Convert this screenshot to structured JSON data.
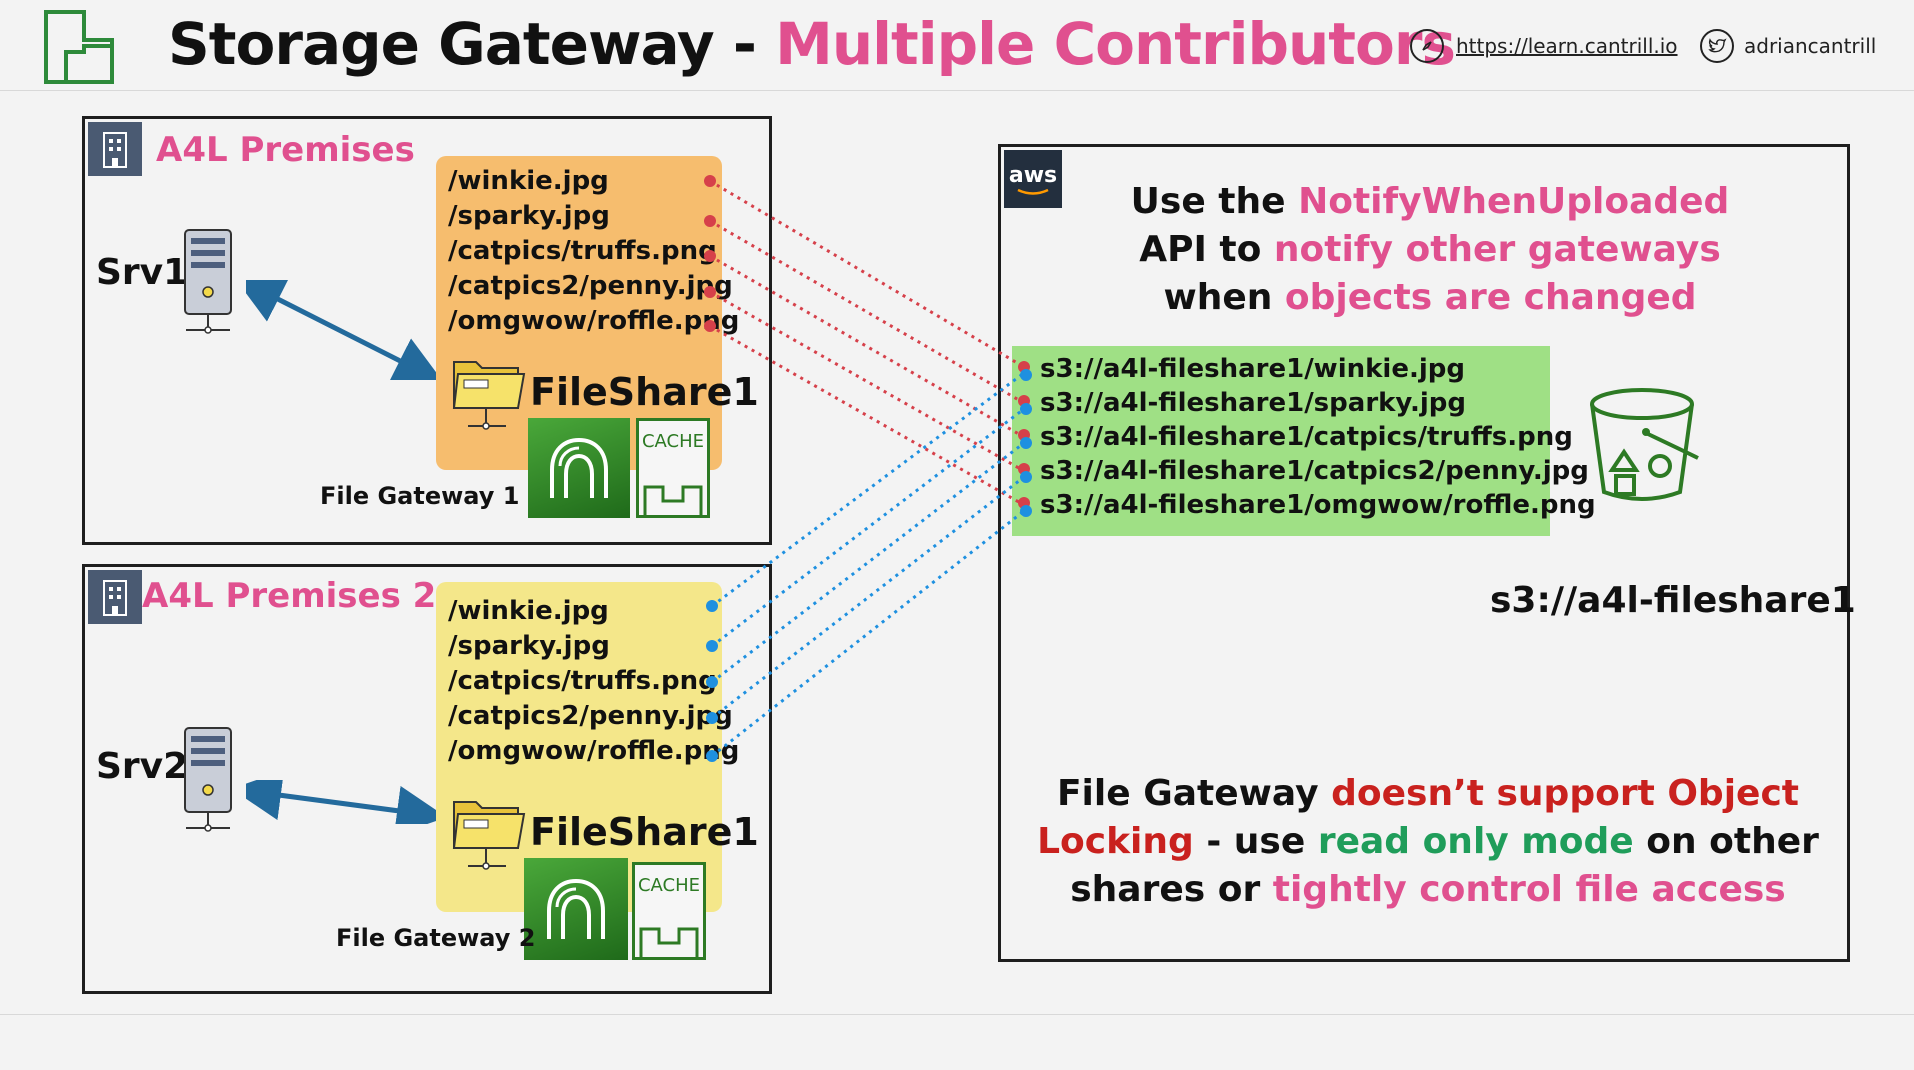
{
  "header": {
    "title_main": "Storage Gateway - ",
    "title_accent": "Multiple Contributors",
    "website": "https://learn.cantrill.io",
    "handle": "adriancantrill"
  },
  "premises1": {
    "label": "A4L Premises",
    "server": "Srv1",
    "files": [
      "/winkie.jpg",
      "/sparky.jpg",
      "/catpics/truffs.png",
      "/catpics2/penny.jpg",
      "/omgwow/roffle.png"
    ],
    "share": "FileShare1",
    "cache": "CACHE",
    "gateway": "File Gateway 1"
  },
  "premises2": {
    "label": "A4L Premises 2",
    "server": "Srv2",
    "files": [
      "/winkie.jpg",
      "/sparky.jpg",
      "/catpics/truffs.png",
      "/catpics2/penny.jpg",
      "/omgwow/roffle.png"
    ],
    "share": "FileShare1",
    "cache": "CACHE",
    "gateway": "File Gateway 2"
  },
  "aws": {
    "logo": "aws",
    "notify": {
      "l1a": "Use the ",
      "l1b": "NotifyWhenUploaded",
      "l2a": "API to ",
      "l2b": "notify other gateways",
      "l3a": "when ",
      "l3b": "objects are changed"
    },
    "objects": [
      "s3://a4l-fileshare1/winkie.jpg",
      "s3://a4l-fileshare1/sparky.jpg",
      "s3://a4l-fileshare1/catpics/truffs.png",
      "s3://a4l-fileshare1/catpics2/penny.jpg",
      "s3://a4l-fileshare1/omgwow/roffle.png"
    ],
    "bucket": "s3://a4l-fileshare1",
    "note": {
      "a": "File Gateway ",
      "b": "doesn’t support Object",
      "c": "Locking",
      "d": " - use ",
      "e": "read only mode",
      "f": " on other",
      "g": "shares or ",
      "h": "tightly control file access"
    }
  },
  "colors": {
    "accent_pink": "#e0508f",
    "warning_red": "#c9211e",
    "good_green": "#1f9d5a",
    "link_red": "#d6404a",
    "link_blue": "#1e90e0",
    "share1_orange": "#f6bd6e",
    "share2_yellow": "#f4e78a",
    "s3_green": "#9fe085"
  }
}
